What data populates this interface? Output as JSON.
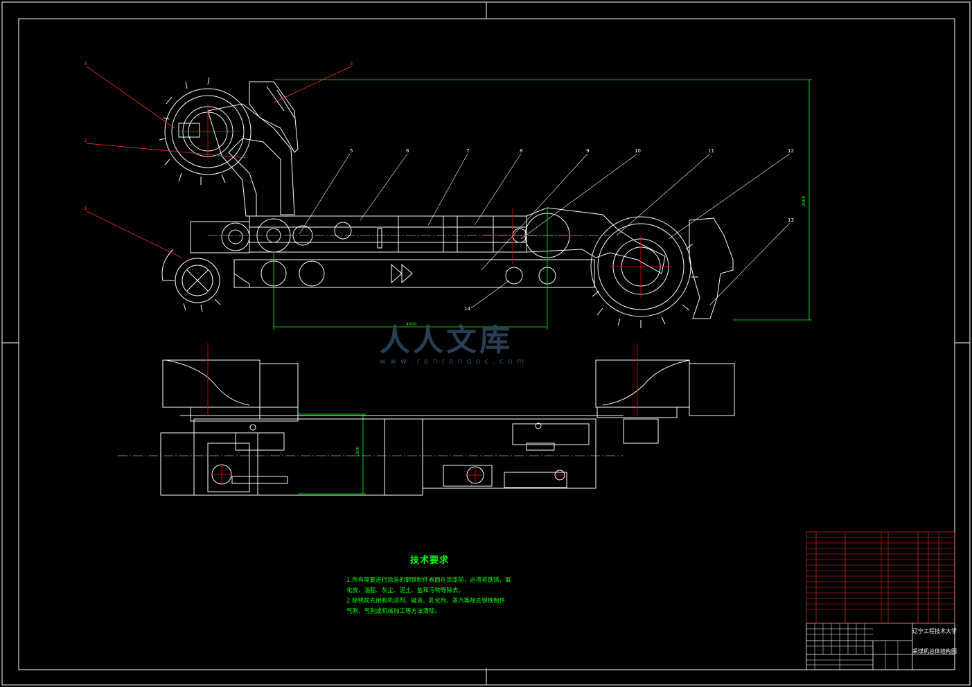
{
  "drawing": {
    "balloons": [
      "1",
      "2",
      "3",
      "4",
      "5",
      "6",
      "7",
      "8",
      "9",
      "10",
      "11",
      "12",
      "13",
      "14"
    ],
    "dimensions": {
      "overall_length": "4000",
      "overall_height": "2000",
      "plan_width": "1000"
    }
  },
  "watermark": {
    "text": "人人文库",
    "url": "www.renrendoc.com"
  },
  "technical_requirements": {
    "title": "技术要求",
    "lines": [
      "1.所有需要进行涂装的钢铁制件表面在涂漆前，必须将铁锈、氧",
      "化皮、油脂、灰尘、泥土、盐和污物等除去。",
      "2.除锈前先用有机溶剂、碱液、乳化剂、蒸汽等除去钢铁制件",
      "气割、气割或机械加工等方法清除。"
    ]
  },
  "title_block": {
    "school": "辽宁工程技术大学",
    "drawing_name": "采煤机总体结构图"
  },
  "colors": {
    "background": "#000000",
    "outline": "#ffffff",
    "leader": "#ff2a2a",
    "dimension": "#00ff00",
    "centerline": "#ff0000",
    "watermark": "#2e4a66"
  }
}
